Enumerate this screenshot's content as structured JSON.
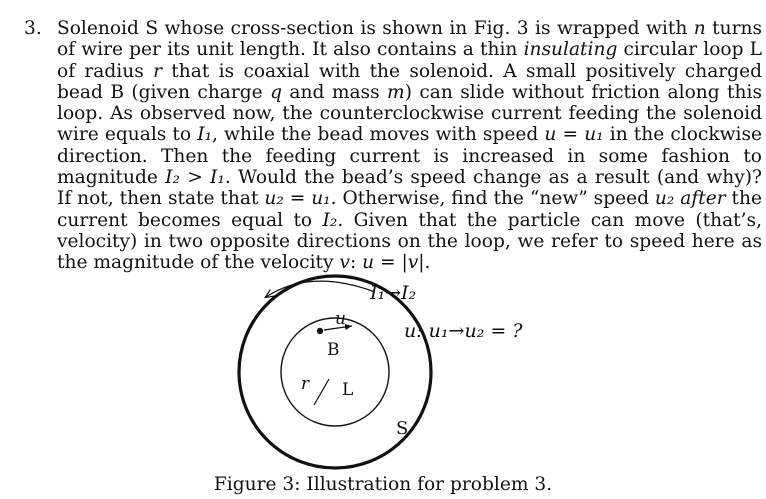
{
  "problem": {
    "number": "3.",
    "text_parts": [
      {
        "t": "Solenoid S whose cross-section is shown in Fig. 3 is wrapped with "
      },
      {
        "t": "n",
        "i": true
      },
      {
        "t": " turns of wire per its unit length. It also contains a thin "
      },
      {
        "t": "insulating",
        "e": true
      },
      {
        "t": " circular loop L of radius "
      },
      {
        "t": "r",
        "i": true
      },
      {
        "t": " that is coaxial with the solenoid. A small positively charged bead B (given charge "
      },
      {
        "t": "q",
        "i": true
      },
      {
        "t": " and mass "
      },
      {
        "t": "m",
        "i": true
      },
      {
        "t": ") can slide without friction along this loop. As observed now, the counterclockwise current feeding the solenoid wire equals to "
      },
      {
        "t": "I₁",
        "i": true
      },
      {
        "t": ", while the bead moves with speed "
      },
      {
        "t": "u",
        "i": true
      },
      {
        "t": " = "
      },
      {
        "t": "u₁",
        "i": true
      },
      {
        "t": " in the clockwise direction. Then the feeding current is increased in some fashion to magnitude "
      },
      {
        "t": "I₂",
        "i": true
      },
      {
        "t": " > "
      },
      {
        "t": "I₁",
        "i": true
      },
      {
        "t": ". Would the bead’s speed change as a result (and why)? If not, then state that "
      },
      {
        "t": "u₂",
        "i": true
      },
      {
        "t": " = "
      },
      {
        "t": "u₁",
        "i": true
      },
      {
        "t": ". Otherwise, find the “new” speed "
      },
      {
        "t": "u₂",
        "i": true
      },
      {
        "t": " "
      },
      {
        "t": "after",
        "e": true
      },
      {
        "t": " the current becomes equal to "
      },
      {
        "t": "I₂",
        "i": true
      },
      {
        "t": ". Given that the particle can move (that’s, velocity) in two opposite directions on the loop, we refer to speed here as the magnitude of the velocity "
      },
      {
        "t": "v",
        "i": true
      },
      {
        "t": ": "
      },
      {
        "t": "u",
        "i": true
      },
      {
        "t": " = |"
      },
      {
        "t": "v",
        "i": true
      },
      {
        "t": "|."
      }
    ]
  },
  "figure": {
    "current_label": "I₁→I₂",
    "bead_label": "B",
    "velocity_label": "u",
    "radius_label": "r",
    "loop_label": "L",
    "solenoid_label": "S",
    "speed_label": "u: u₁→u₂ = ?",
    "caption": "Figure 3: Illustration for problem 3."
  }
}
